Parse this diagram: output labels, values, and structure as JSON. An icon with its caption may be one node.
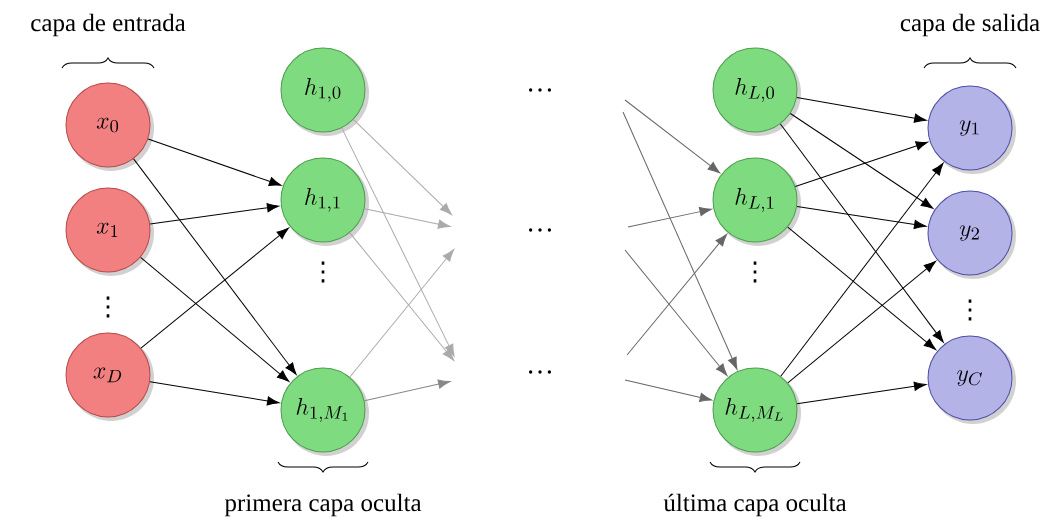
{
  "diagram": {
    "nodes": [
      {
        "text": [
          "x_0"
        ]
      },
      {
        "text": [
          "x_1"
        ]
      },
      {
        "text": [
          "x_D"
        ]
      },
      {
        "text": [
          "h_{1,0}"
        ]
      },
      {
        "text": [
          "h_{1,1}"
        ]
      },
      {
        "text": [
          "h_{1,M_1}"
        ]
      },
      {
        "text": [
          "h_{L,0}"
        ]
      },
      {
        "text": [
          "h_{L,1}"
        ]
      },
      {
        "text": [
          "h_{L,M_L}"
        ]
      },
      {
        "text": [
          "y_1"
        ]
      },
      {
        "text": [
          "y_2"
        ]
      },
      {
        "text": [
          "y_C"
        ]
      }
    ],
    "edges": [
      {
        "from": 0,
        "to": 4,
        "arrow": "to"
      },
      {
        "from": 0,
        "to": 5,
        "arrow": "to"
      },
      {
        "from": 1,
        "to": 4,
        "arrow": "to"
      },
      {
        "from": 1,
        "to": 5,
        "arrow": "to"
      },
      {
        "from": 2,
        "to": 4,
        "arrow": "to"
      },
      {
        "from": 2,
        "to": 5,
        "arrow": "to"
      },
      {
        "from": 3,
        "to": null,
        "arrow": "to",
        "color": "#aaaaaa"
      },
      {
        "from": 3,
        "to": null,
        "arrow": "to",
        "color": "#aaaaaa"
      },
      {
        "from": 4,
        "to": null,
        "arrow": "to",
        "color": "#aaaaaa"
      },
      {
        "from": 4,
        "to": null,
        "arrow": "to",
        "color": "#aaaaaa"
      },
      {
        "from": 5,
        "to": null,
        "arrow": "to",
        "color": "#aaaaaa"
      },
      {
        "from": 5,
        "to": null,
        "arrow": "to",
        "color": "#888888"
      },
      {
        "from": null,
        "to": 7,
        "arrow": "to",
        "color": "#666666"
      },
      {
        "from": null,
        "to": 8,
        "arrow": "to",
        "color": "#666666"
      },
      {
        "from": null,
        "to": 7,
        "arrow": "to",
        "color": "#666666"
      },
      {
        "from": null,
        "to": 8,
        "arrow": "to",
        "color": "#666666"
      },
      {
        "from": null,
        "to": 7,
        "arrow": "to",
        "color": "#666666"
      },
      {
        "from": null,
        "to": 8,
        "arrow": "to",
        "color": "#666666"
      },
      {
        "from": 6,
        "to": 9,
        "arrow": "to"
      },
      {
        "from": 6,
        "to": 10,
        "arrow": "to"
      },
      {
        "from": 6,
        "to": 11,
        "arrow": "to"
      },
      {
        "from": 7,
        "to": 9,
        "arrow": "to"
      },
      {
        "from": 7,
        "to": 10,
        "arrow": "to"
      },
      {
        "from": 7,
        "to": 11,
        "arrow": "to"
      },
      {
        "from": 8,
        "to": 9,
        "arrow": "to"
      },
      {
        "from": 8,
        "to": 10,
        "arrow": "to"
      },
      {
        "from": 8,
        "to": 11,
        "arrow": "to"
      }
    ],
    "labels": [
      "capa de entrada",
      "capa de salida",
      "…",
      "…",
      "⋮",
      "⋮",
      "⋮",
      "⋮",
      "…",
      "primera capa oculta",
      "última capa oculta"
    ]
  }
}
